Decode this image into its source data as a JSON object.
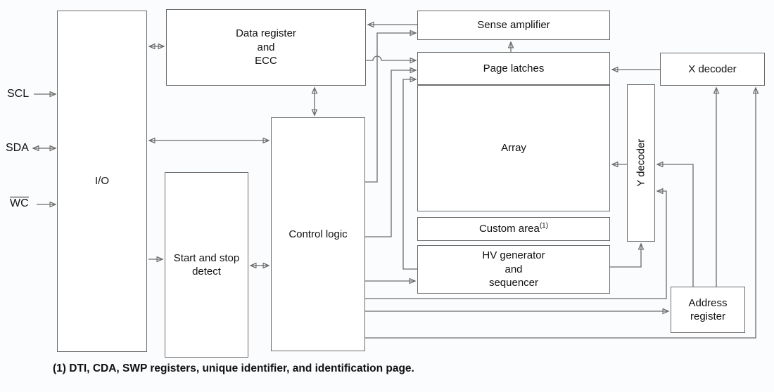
{
  "signals": {
    "scl": "SCL",
    "sda": "SDA",
    "wc": "WC"
  },
  "blocks": {
    "io": "I/O",
    "data_register": {
      "line1": "Data register",
      "line2": "and",
      "line3": "ECC"
    },
    "start_stop": {
      "line1": "Start and stop",
      "line2": "detect"
    },
    "control_logic": "Control logic",
    "sense_amplifier": "Sense amplifier",
    "page_latches": "Page latches",
    "array": "Array",
    "custom_area": {
      "label": "Custom area",
      "footnote_ref": "(1)"
    },
    "hv_generator": {
      "line1": "HV generator",
      "line2": "and",
      "line3": "sequencer"
    },
    "y_decoder": "Y decoder",
    "x_decoder": "X decoder",
    "address_register": {
      "line1": "Address",
      "line2": "register"
    }
  },
  "footnote": "(1) DTI, CDA, SWP registers, unique identifier, and identification page.",
  "colors": {
    "wire": "#6b6b6b",
    "arrowhead": "#161616",
    "box_border": "#6b6b6b",
    "box_fill": "#ffffff",
    "background": "#fbfcfd",
    "text": "#111111"
  }
}
